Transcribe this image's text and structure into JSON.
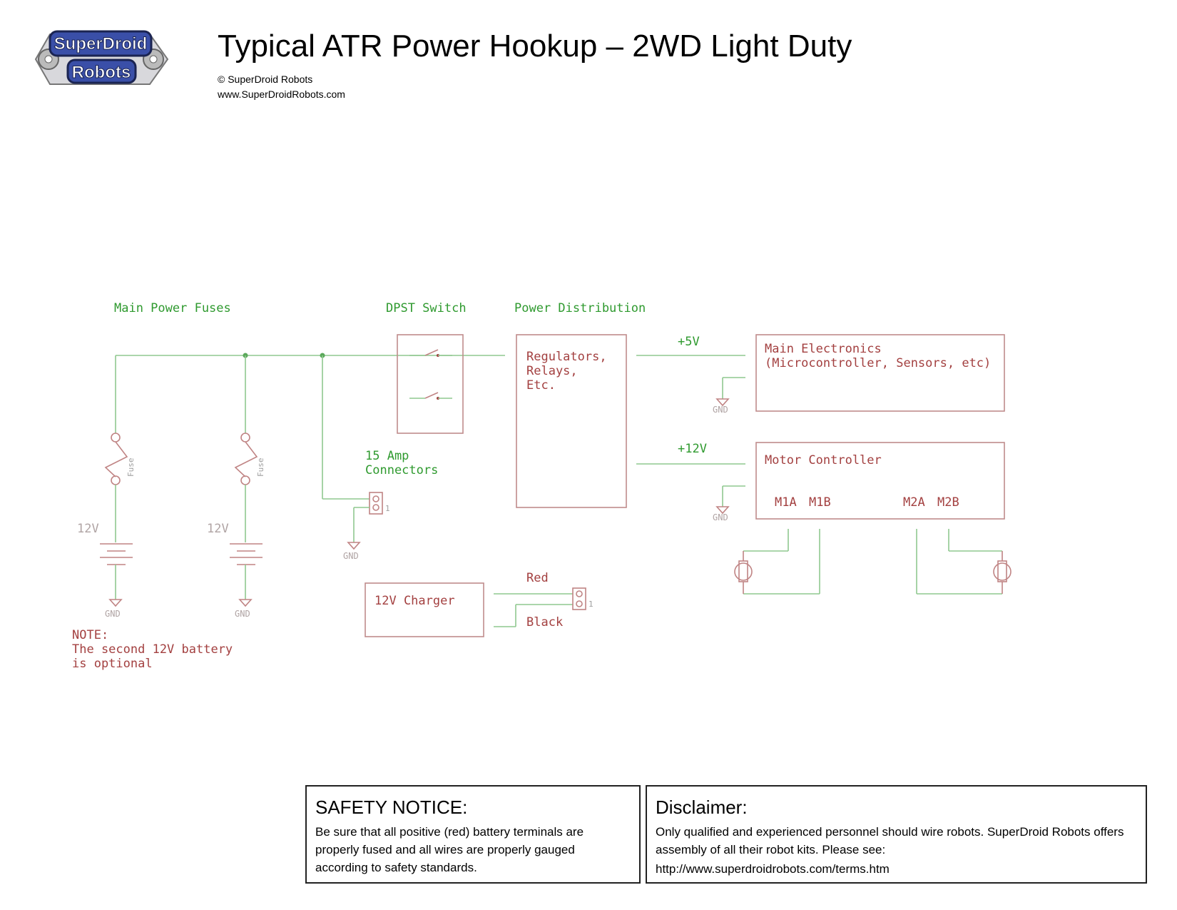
{
  "header": {
    "logo_line1": "SuperDroid",
    "logo_line2": "Robots",
    "title": "Typical ATR Power Hookup – 2WD Light Duty",
    "copyright": "© SuperDroid Robots",
    "website": "www.SuperDroidRobots.com"
  },
  "schematic": {
    "main_power_fuses": "Main Power Fuses",
    "dpst_switch": "DPST Switch",
    "power_distribution": "Power Distribution",
    "regulators_line1": "Regulators,",
    "regulators_line2": "Relays,",
    "regulators_line3": "Etc.",
    "plus5v": "+5V",
    "plus12v": "+12V",
    "main_electronics_line1": "Main Electronics",
    "main_electronics_line2": "(Microcontroller, Sensors, etc)",
    "motor_controller": "Motor Controller",
    "m1a": "M1A",
    "m1b": "M1B",
    "m2a": "M2A",
    "m2b": "M2B",
    "fuse_label": "Fuse",
    "battery_label": "12V",
    "gnd_label": "GND",
    "amp_connectors_line1": "15 Amp",
    "amp_connectors_line2": "Connectors",
    "connector_pin": "1",
    "charger": "12V Charger",
    "red": "Red",
    "black": "Black",
    "note_line1": "NOTE:",
    "note_line2": "The second 12V battery",
    "note_line3": "is optional"
  },
  "safety": {
    "heading": "SAFETY NOTICE:",
    "body": "Be sure that all positive (red) battery terminals are properly fused and all wires are properly gauged according to safety standards."
  },
  "disclaimer": {
    "heading": "Disclaimer:",
    "body": "Only qualified and experienced personnel should wire robots. SuperDroid Robots offers assembly of all their robot kits. Please see:",
    "url": "http://www.superdroidrobots.com/terms.htm"
  },
  "colors": {
    "wire": "#8fc88f",
    "label_green": "#2f9a2f",
    "label_red": "#a34040",
    "part": "#c08484"
  }
}
